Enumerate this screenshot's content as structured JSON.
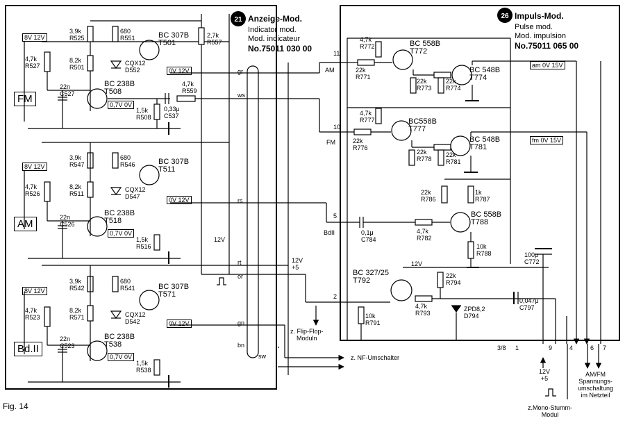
{
  "figure_label": "Fig. 14",
  "module21": {
    "number": "21",
    "title": "Anzeige-Mod.",
    "subtitle_en": "Indicator mod.",
    "subtitle_fr": "Mod. indicateur",
    "part_no": "No.75011 030 00"
  },
  "module26": {
    "number": "26",
    "title": "Impuls-Mod.",
    "subtitle_en": "Pulse mod.",
    "subtitle_fr": "Mod. impulsion",
    "part_no": "No.75011 065 00"
  },
  "switches": {
    "fm": "FM",
    "am": "AM",
    "bd": "Bd.II"
  },
  "badges": {
    "v8_12": "8V 12V",
    "v0_12": "0V 12V",
    "v07_0": "0,7V 0V",
    "am_0_15": "am 0V 15V",
    "fm_0_15": "fm 0V 15V"
  },
  "stage1": {
    "r525": "3,9k\nR525",
    "r551": "680\nR551",
    "t501": "BC 307B\nT501",
    "r557": "2,7k\nR557",
    "r527": "4,7k\nR527",
    "r501": "8,2k\nR501",
    "d552": "CQX12\nD552",
    "c527": "22n\nC527",
    "t508": "BC 238B\nT508",
    "r559": "4,7k\nR559",
    "c537": "0,33μ\nC537",
    "r508": "1,5k\nR508"
  },
  "stage2": {
    "r547": "3,9k\nR547",
    "r546": "680\nR546",
    "t511": "BC 307B\nT511",
    "r526": "4,7k\nR526",
    "r511": "8,2k\nR511",
    "d547": "CQX12\nD547",
    "c526": "22n\nC526",
    "t518": "BC 238B\nT518",
    "r516": "1,5k\nR516"
  },
  "stage3": {
    "r542": "3,9k\nR542",
    "r541": "680\nR541",
    "t571": "BC 307B\nT571",
    "r523": "4,7k\nR523",
    "r571": "8,2k\nR571",
    "d542": "CQX12\nD542",
    "c523": "22n\nC523",
    "t538": "BC 238B\nT538",
    "r538": "1,5k\nR538"
  },
  "wires": {
    "gr": "gr",
    "ws": "ws",
    "rs": "rs",
    "rt": "rt",
    "or": "or",
    "gn": "gn",
    "bn": "bn",
    "sw": "sw",
    "v12": "12V",
    "v12_5": "12V\n+5"
  },
  "pins": {
    "p11": "11",
    "am": "AM",
    "p10": "10",
    "fm": "FM",
    "p5": "5",
    "bdii": "BdII",
    "p2": "2",
    "p3_8": "3/8",
    "p1": "1",
    "p9": "9",
    "p4": "4",
    "p6": "6",
    "p7": "7"
  },
  "mod26": {
    "r772": "4,7k\nR772",
    "t772": "BC 558B\nT772",
    "r771": "22k\nR771",
    "r773": "22k\nR773",
    "r774": "22k\nR774",
    "t774": "BC 548B\nT774",
    "r777": "4,7k\nR777",
    "t777": "BC558B\nT777",
    "r776": "22k\nR776",
    "r778": "22k\nR778",
    "r781": "22k\nR781",
    "t781": "BC 548B\nT781",
    "r786": "22k\nR786",
    "r787": "1k\nR787",
    "t788": "BC 558B\nT788",
    "c784": "0,1μ\nC784",
    "r782": "4,7k\nR782",
    "r788": "10k\nR788",
    "c772": "100μ\nC772",
    "v12": "12V",
    "t792": "BC 327/25\nT792",
    "r794": "22k\nR794",
    "r793": "4,7k\nR793",
    "d794": "ZPD8,2\nD794",
    "c797": "0,047μ\nC797",
    "r791": "10k\nR791"
  },
  "callouts": {
    "flipflop": "z. Flip-Flop-\nModuln",
    "nf": "z. NF-Umschalter",
    "supply": "12V\n+5",
    "amfm": "AM/FM\nSpannungs-\numschaltung\nim Netzteil",
    "mono": "z.Mono-Stumm-\nModul"
  }
}
